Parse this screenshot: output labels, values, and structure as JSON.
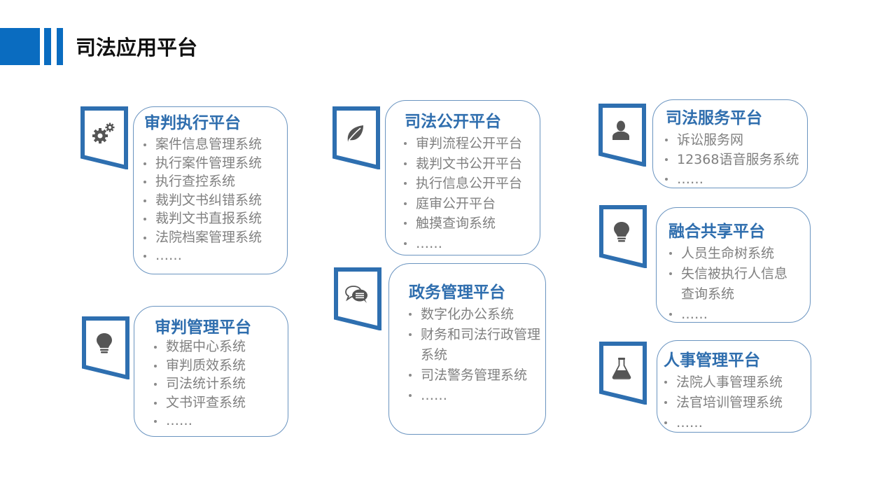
{
  "header": {
    "title": "司法应用平台",
    "accent_color": "#0a6cc0"
  },
  "colors": {
    "frame": "#2e6fb0",
    "card_border": "#6a94c0",
    "title": "#2f6eae",
    "item": "#808080",
    "icon": "#555555"
  },
  "cards": [
    {
      "title": "审判执行平台",
      "icon": "gears-icon",
      "items": [
        "案件信息管理系统",
        "执行案件管理系统",
        "执行查控系统",
        "裁判文书纠错系统",
        "裁判文书直报系统",
        "法院档案管理系统",
        "……"
      ]
    },
    {
      "title": "审判管理平台",
      "icon": "lightbulb-icon",
      "items": [
        "数据中心系统",
        "审判质效系统",
        "司法统计系统",
        "文书评查系统",
        "……"
      ]
    },
    {
      "title": "司法公开平台",
      "icon": "leaf-icon",
      "items": [
        "审判流程公开平台",
        "裁判文书公开平台",
        "执行信息公开平台",
        "庭审公开平台",
        "触摸查询系统",
        "……"
      ]
    },
    {
      "title": "政务管理平台",
      "icon": "chat-bubbles-icon",
      "items": [
        "数字化办公系统",
        "财务和司法行政管理系统",
        "司法警务管理系统",
        "……"
      ]
    },
    {
      "title": "司法服务平台",
      "icon": "user-icon",
      "items": [
        "诉讼服务网",
        "12368语音服务系统",
        "……"
      ]
    },
    {
      "title": "融合共享平台",
      "icon": "lightbulb-icon",
      "items": [
        "人员生命树系统",
        "失信被执行人信息查询系统",
        "……"
      ]
    },
    {
      "title": "人事管理平台",
      "icon": "flask-icon",
      "items": [
        "法院人事管理系统",
        "法官培训管理系统",
        "……"
      ]
    }
  ]
}
